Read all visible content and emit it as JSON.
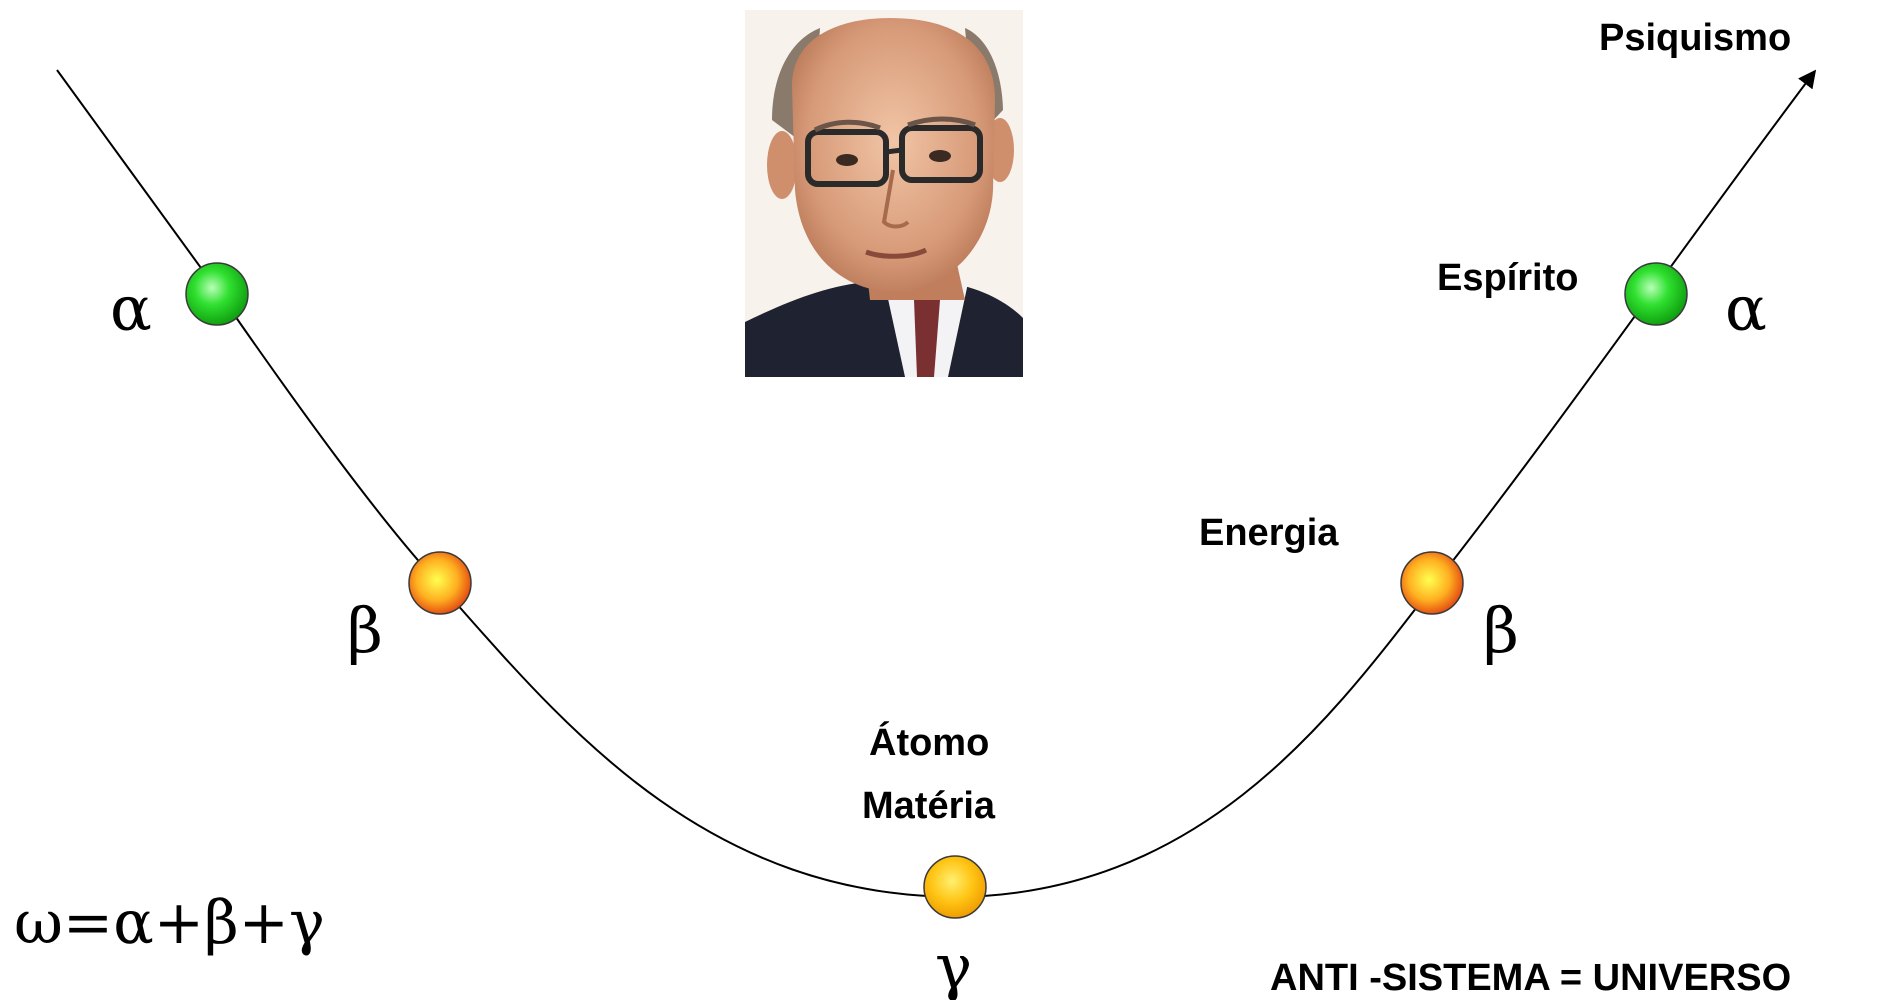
{
  "diagram": {
    "labels": {
      "psiquismo": "Psiquismo",
      "espirito": "Espírito",
      "energia": "Energia",
      "atomo": "Átomo",
      "materia": "Matéria",
      "anti_sistema": "ANTI -SISTEMA = UNIVERSO"
    },
    "greek": {
      "alpha_left": "α",
      "beta_left": "β",
      "gamma_bottom": "γ",
      "alpha_right": "α",
      "beta_right": "β"
    },
    "formula": "ω=α+β+γ",
    "nodes": [
      {
        "name": "alpha-left-node",
        "stage": "alpha",
        "color": "green"
      },
      {
        "name": "beta-left-node",
        "stage": "beta",
        "color": "orange"
      },
      {
        "name": "gamma-node",
        "stage": "gamma",
        "color": "yellow-orange"
      },
      {
        "name": "beta-right-node",
        "stage": "beta",
        "color": "orange"
      },
      {
        "name": "alpha-right-node",
        "stage": "alpha",
        "color": "green"
      }
    ],
    "colors": {
      "green_center": "#9cff9c",
      "green_edge": "#12b812",
      "orange_center": "#ffff40",
      "orange_edge": "#e8440e",
      "gold_center": "#ffee50",
      "gold_edge": "#f2a000"
    }
  }
}
